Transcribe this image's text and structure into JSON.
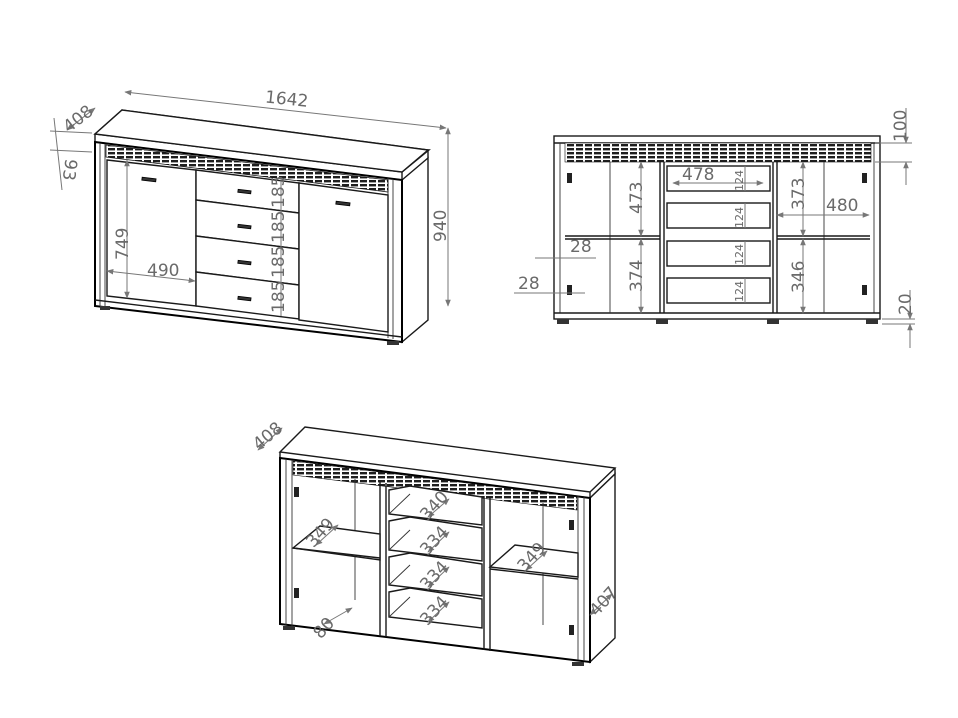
{
  "views": {
    "front_iso": {
      "dimensions": {
        "width": "1642",
        "depth": "408",
        "top_panel": "93",
        "height": "940",
        "door_height": "749",
        "door_width": "490",
        "drawer_1": "185",
        "drawer_2": "185",
        "drawer_3": "185",
        "drawer_4": "185"
      }
    },
    "front_open": {
      "dimensions": {
        "top_rail": "100",
        "upper_left_height": "473",
        "lower_left_height": "374",
        "inner_drawer_width": "478",
        "drawer_heights": [
          "124",
          "124",
          "124",
          "124"
        ],
        "upper_right_height": "373",
        "lower_right_height": "346",
        "right_width": "480",
        "offset_1": "28",
        "offset_2": "28",
        "plinth": "20"
      }
    },
    "open_iso": {
      "dimensions": {
        "depth": "408",
        "left_shelf_depth": "349",
        "drawer_1_depth": "340",
        "drawer_2_depth": "334",
        "drawer_3_depth": "334",
        "drawer_4_depth": "334",
        "right_shelf_depth": "349",
        "bottom_offset": "80",
        "side_depth": "407"
      }
    }
  },
  "colors": {
    "line": "#1a1a1a",
    "dimension": "#6a6a6a",
    "background": "#ffffff"
  }
}
